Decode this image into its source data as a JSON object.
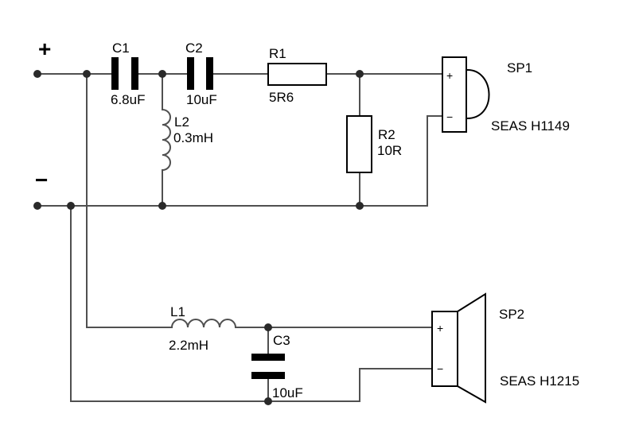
{
  "colors": {
    "background": "#ffffff",
    "wire": "#505050",
    "component": "#000000"
  },
  "terminals": {
    "positive": "+",
    "negative": "−"
  },
  "components": {
    "c1": {
      "name": "C1",
      "value": "6.8uF"
    },
    "c2": {
      "name": "C2",
      "value": "10uF"
    },
    "c3": {
      "name": "C3",
      "value": "10uF"
    },
    "l1": {
      "name": "L1",
      "value": "2.2mH"
    },
    "l2": {
      "name": "L2",
      "value": "0.3mH"
    },
    "r1": {
      "name": "R1",
      "value": "5R6"
    },
    "r2": {
      "name": "R2",
      "value": "10R"
    }
  },
  "speakers": {
    "sp1": {
      "name": "SP1",
      "model": "SEAS H1149",
      "plus": "+",
      "minus": "−"
    },
    "sp2": {
      "name": "SP2",
      "model": "SEAS H1215",
      "plus": "+",
      "minus": "−"
    }
  }
}
